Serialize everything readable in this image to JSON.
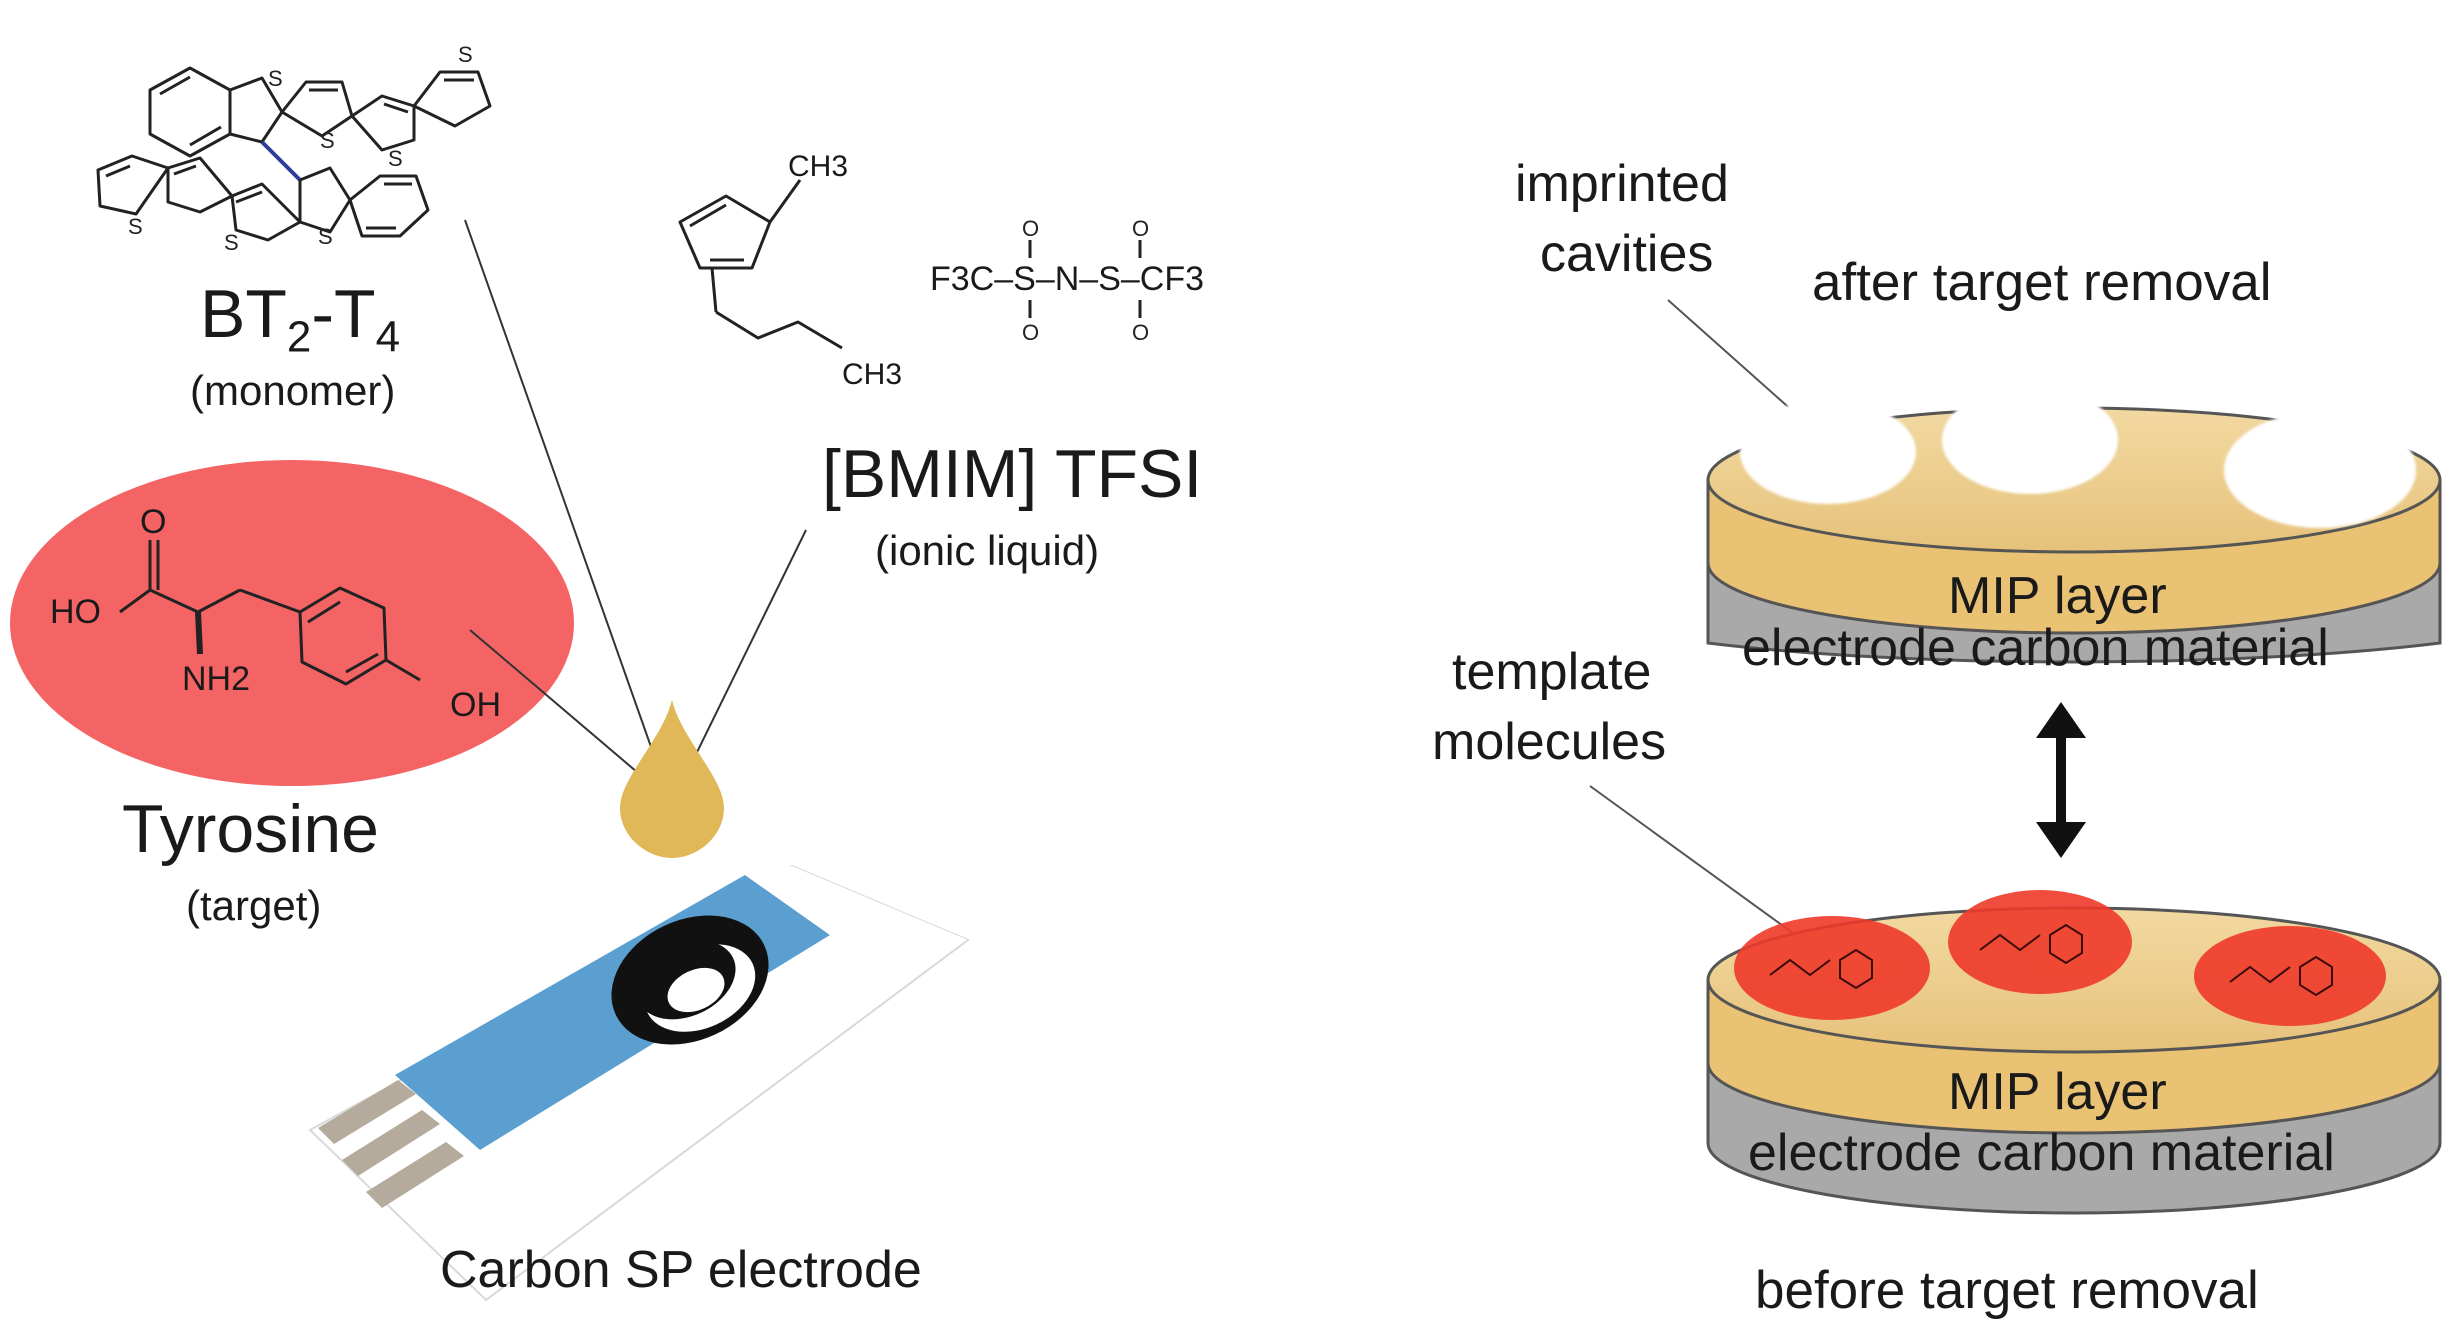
{
  "left_panel": {
    "monomer": {
      "name_main": "BT",
      "name_sub1": "2",
      "name_mid": "-T",
      "name_sub2": "4",
      "role": "(monomer)"
    },
    "ionic_liquid": {
      "name": "[BMIM] TFSI",
      "role": "(ionic liquid)",
      "cation_methyl": "CH3",
      "cation_butyl_end": "CH3",
      "anion_formula": "F3C–S–N–S–CF3"
    },
    "target": {
      "name": "Tyrosine",
      "role": "(target)",
      "atoms": {
        "ho": "HO",
        "o": "O",
        "nh2": "NH2",
        "oh": "OH"
      }
    },
    "electrode_label": "Carbon SP electrode"
  },
  "right_panel": {
    "top_state": "after target removal",
    "bottom_state": "before target removal",
    "cavities_label_line1": "imprinted",
    "cavities_label_line2": "cavities",
    "template_label_line1": "template",
    "template_label_line2": "molecules",
    "mip_layer_label": "MIP layer",
    "carbon_layer_label": "electrode carbon material"
  },
  "colors": {
    "tyrosine_ellipse": "#f46464",
    "drop": "#e0b857",
    "electrode_blue": "#5a9fd0",
    "mip_layer": "#e9c274",
    "carbon_layer": "#a9a9a9",
    "template_spot": "#ee3a2a"
  }
}
